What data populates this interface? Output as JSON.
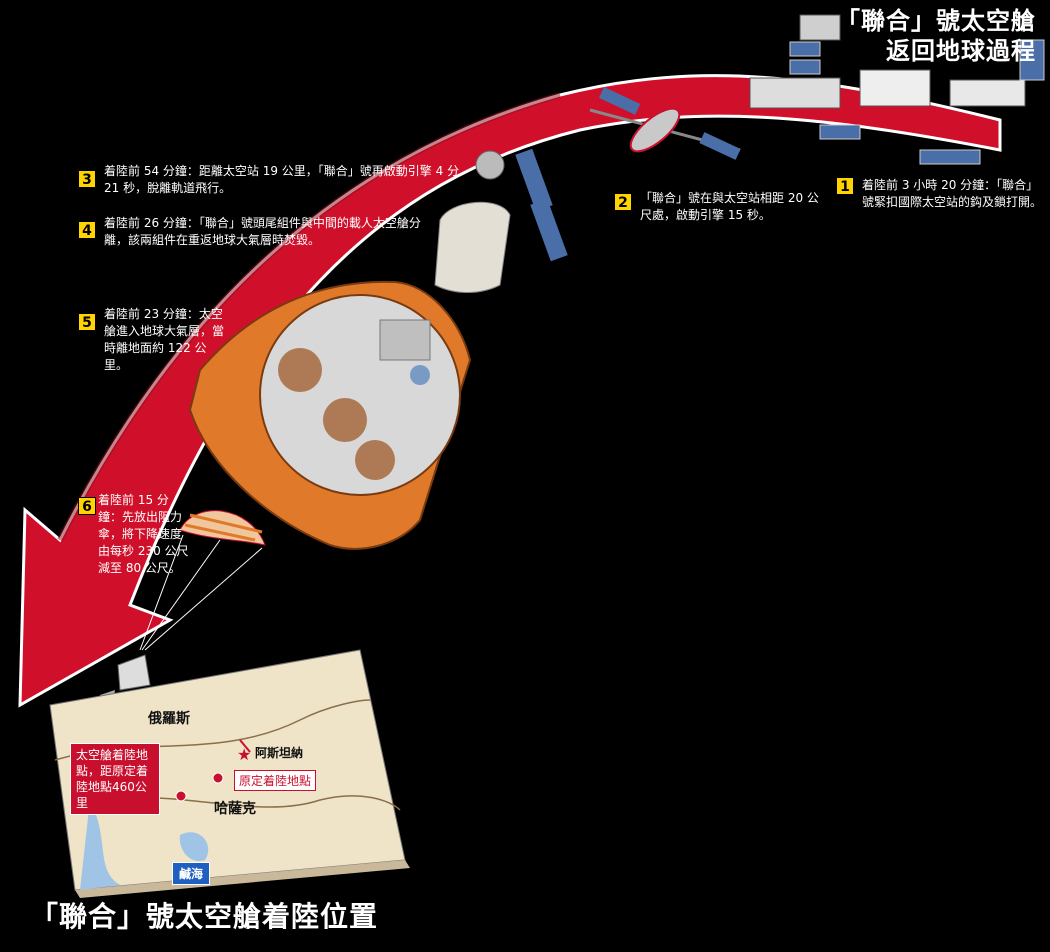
{
  "header": {
    "title_line1": "「聯合」號太空艙",
    "title_line2": "返回地球過程"
  },
  "steps": [
    {
      "num": "1",
      "text": "着陸前 3 小時 20 分鐘：「聯合」號緊扣國際太空站的鈎及鎖打開。"
    },
    {
      "num": "2",
      "text": "「聯合」號在與太空站相距 20 公尺處，啟動引擎 15 秒。"
    },
    {
      "num": "3",
      "text": "着陸前 54 分鐘：距離太空站 19 公里，「聯合」號再啟動引擎 4 分 21 秒，脫離軌道飛行。"
    },
    {
      "num": "4",
      "text": "着陸前 26 分鐘：「聯合」號頭尾組件與中間的載人太空艙分離，該兩組件在重返地球大氣層時焚毀。"
    },
    {
      "num": "5",
      "text": "着陸前 23 分鐘：太空艙進入地球大氣層，當時離地面約 122 公里。"
    },
    {
      "num": "6",
      "text": "着陸前 15 分鐘：先放出阻力傘，將下降速度由每秒 230 公尺減至 80 公尺。"
    }
  ],
  "map": {
    "title": "「聯合」號太空艙着陸位置",
    "label_russia": "俄羅斯",
    "label_kazakhstan": "哈薩克",
    "label_astana": "阿斯坦納",
    "label_planned": "原定着陸地點",
    "label_actual": "太空艙着陸地點，距原定着陸地點460公里",
    "label_caspian": "鹹海"
  },
  "colors": {
    "arc_red": "#d0102a",
    "capsule_orange": "#e07a2a",
    "map_land": "#efe3c8",
    "highlight_yellow": "#ffd400",
    "water_blue": "#9fc4e6"
  }
}
